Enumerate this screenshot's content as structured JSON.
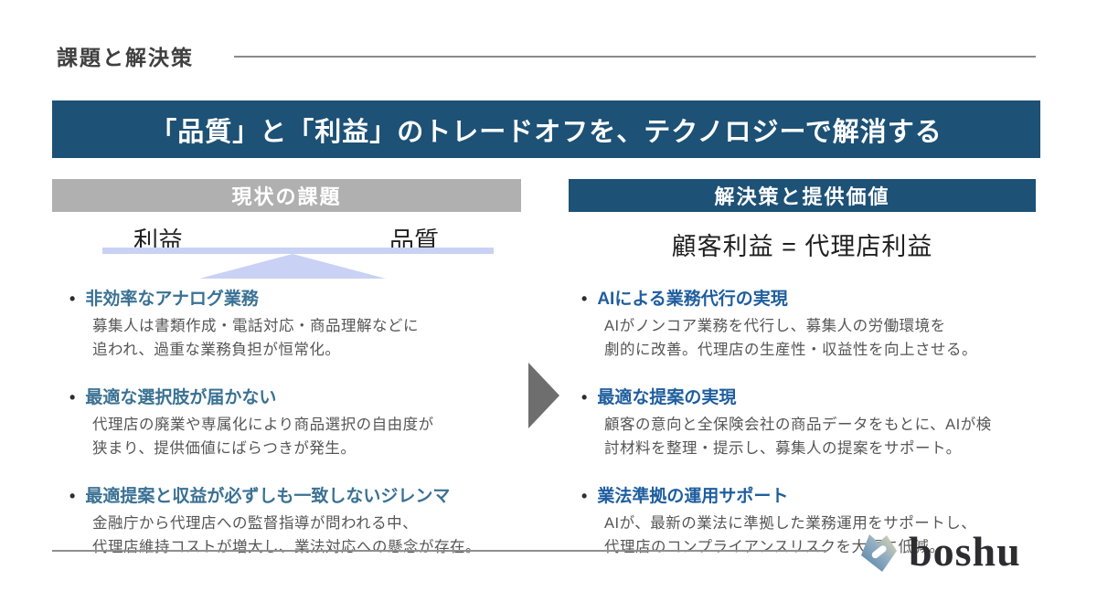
{
  "slide": {
    "title": "課題と解決策",
    "banner": "「品質」と「利益」のトレードオフを、テクノロジーで解消する"
  },
  "left": {
    "header": "現状の課題",
    "seesaw": {
      "left_label": "利益",
      "right_label": "品質"
    },
    "bullet_marker": "•",
    "bullets": [
      {
        "heading": "非効率なアナログ業務",
        "body": "募集人は書類作成・電話対応・商品理解などに\n追われ、過重な業務負担が恒常化。"
      },
      {
        "heading": "最適な選択肢が届かない",
        "body": "代理店の廃業や専属化により商品選択の自由度が\n狭まり、提供価値にばらつきが発生。"
      },
      {
        "heading": "最適提案と収益が必ずしも一致しないジレンマ",
        "body": "金融庁から代理店への監督指導が問われる中、\n代理店維持コストが増大し、業法対応への懸念が存在。"
      }
    ]
  },
  "right": {
    "header": "解決策と提供価値",
    "formula": "顧客利益 = 代理店利益",
    "bullet_marker": "•",
    "bullets": [
      {
        "heading": "AIによる業務代行の実現",
        "body": "AIがノンコア業務を代行し、募集人の労働環境を\n劇的に改善。代理店の生産性・収益性を向上させる。"
      },
      {
        "heading": "最適な提案の実現",
        "body": "顧客の意向と全保険会社の商品データをもとに、AIが検\n討材料を整理・提示し、募集人の提案をサポート。"
      },
      {
        "heading": "業法準拠の運用サポート",
        "body": "AIが、最新の業法に準拠した業務運用をサポートし、\n代理店のコンプライアンスリスクを大幅に低減。"
      }
    ]
  },
  "footer": {
    "logo_text": "boshu"
  },
  "colors": {
    "banner-blue": "#1d5176",
    "gray-header": "#b0b0b0",
    "left-accent": "#3a7193",
    "right-accent": "#1f5e9e",
    "seesaw": "#c9d2f4",
    "arrow-gray": "#6e6e6e"
  }
}
